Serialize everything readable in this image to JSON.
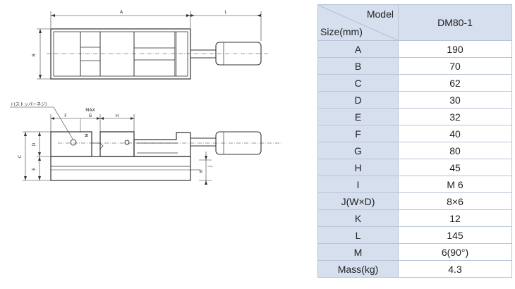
{
  "drawing": {
    "top_view_labels": {
      "A": "A",
      "L": "L",
      "B": "B"
    },
    "side_view_labels": {
      "I": "I (ストッパーネジ)",
      "F": "F",
      "MAX": "MAX",
      "G": "G",
      "H": "H",
      "M": "M",
      "D": "D",
      "C": "C",
      "E": "E",
      "K": "K",
      "J": "J"
    }
  },
  "spec_table": {
    "header_model": "Model",
    "header_size": "Size(mm)",
    "model_name": "DM80-1",
    "rows": [
      {
        "label": "A",
        "value": "190"
      },
      {
        "label": "B",
        "value": "70"
      },
      {
        "label": "C",
        "value": "62"
      },
      {
        "label": "D",
        "value": "30"
      },
      {
        "label": "E",
        "value": "32"
      },
      {
        "label": "F",
        "value": "40"
      },
      {
        "label": "G",
        "value": "80"
      },
      {
        "label": "H",
        "value": "45"
      },
      {
        "label": "I",
        "value": "M 6"
      },
      {
        "label": "J(W×D)",
        "value": "8×6"
      },
      {
        "label": "K",
        "value": "12"
      },
      {
        "label": "L",
        "value": "145"
      },
      {
        "label": "M",
        "value": "6(90°)"
      },
      {
        "label": "Mass(kg)",
        "value": "4.3"
      }
    ]
  }
}
